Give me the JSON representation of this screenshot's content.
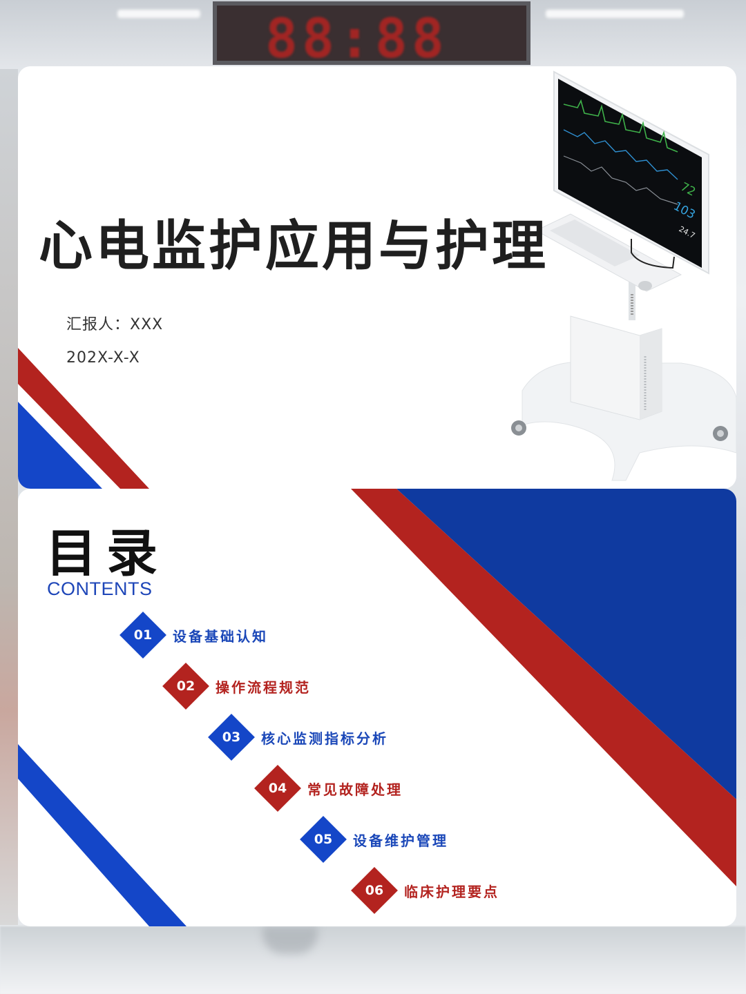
{
  "background": {
    "clock_display": "88:88"
  },
  "cover": {
    "title": "心电监护应用与护理",
    "reporter": "汇报人：XXX",
    "date": "202X-X-X",
    "monitor": {
      "heart_rate": "72",
      "spo2": "103",
      "temp": "24.7"
    }
  },
  "toc": {
    "title": "目录",
    "subtitle": "CONTENTS",
    "items": [
      {
        "num": "01",
        "label": "设备基础认知"
      },
      {
        "num": "02",
        "label": "操作流程规范"
      },
      {
        "num": "03",
        "label": "核心监测指标分析"
      },
      {
        "num": "04",
        "label": "常见故障处理"
      },
      {
        "num": "05",
        "label": "设备维护管理"
      },
      {
        "num": "06",
        "label": "临床护理要点"
      }
    ]
  },
  "colors": {
    "brand_blue": "#1446c8",
    "brand_red": "#b3231f",
    "dark_blue": "#0f3aa0"
  }
}
